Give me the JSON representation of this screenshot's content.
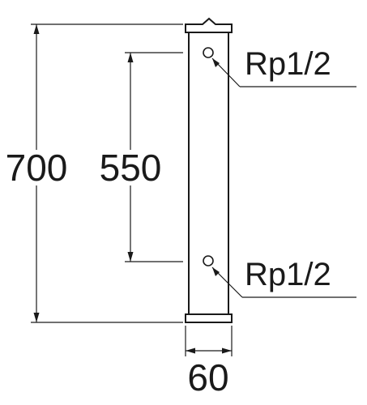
{
  "dimensions": {
    "overall_height": "700",
    "port_spacing": "550",
    "width": "60"
  },
  "callouts": {
    "top_port": "Rp1/2",
    "bottom_port": "Rp1/2"
  }
}
